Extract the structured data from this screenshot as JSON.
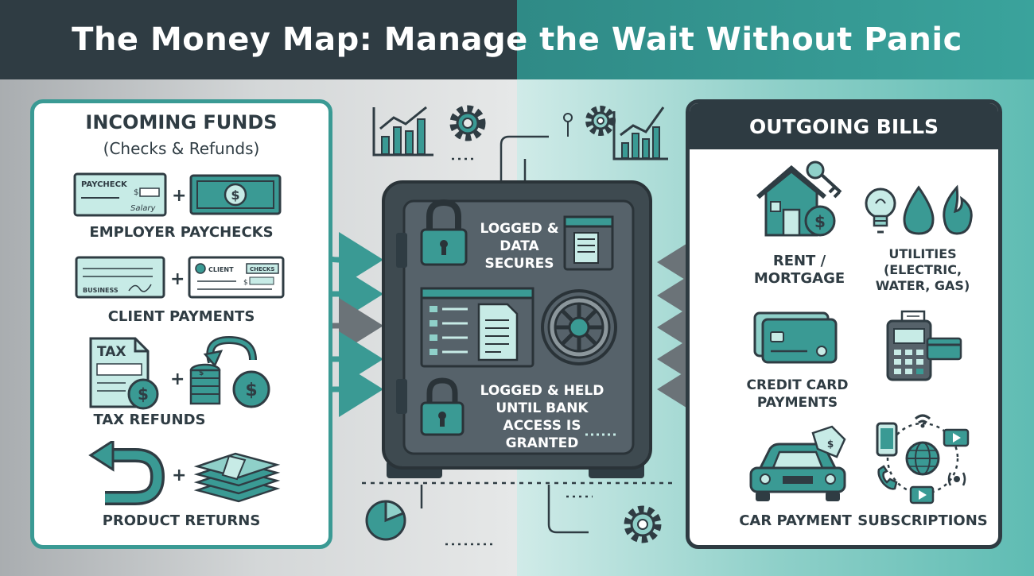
{
  "title": "The Money Map: Manage the Wait Without Panic",
  "incoming": {
    "heading": "INCOMING FUNDS",
    "subheading": "(Checks & Refunds)",
    "items": [
      {
        "label": "EMPLOYER PAYCHECKS",
        "doc_text": "PAYCHECK",
        "doc_sign": "Salary"
      },
      {
        "label": "CLIENT PAYMENTS",
        "doc_text": "BUSINESS",
        "doc_badge": "CLIENT",
        "doc_badge2": "CHECKS"
      },
      {
        "label": "TAX REFUNDS",
        "doc_text": "TAX"
      },
      {
        "label": "PRODUCT RETURNS"
      }
    ],
    "plus": "+"
  },
  "vault": {
    "top_text": "LOGGED & DATA SECURES",
    "bottom_text": "LOGGED & HELD UNTIL BANK ACCESS IS GRANTED"
  },
  "outgoing": {
    "heading": "OUTGOING BILLS",
    "items": [
      {
        "label": "RENT / MORTGAGE"
      },
      {
        "label": "UTILITIES (ELECTRIC, WATER, GAS)"
      },
      {
        "label": "CREDIT CARD PAYMENTS"
      },
      {
        "label": "CAR PAYMENT"
      },
      {
        "label": "SUBSCRIPTIONS"
      }
    ]
  },
  "colors": {
    "teal": "#3a9a94",
    "teal_light": "#8fd0c9",
    "dark": "#2f3c43",
    "white": "#ffffff"
  }
}
